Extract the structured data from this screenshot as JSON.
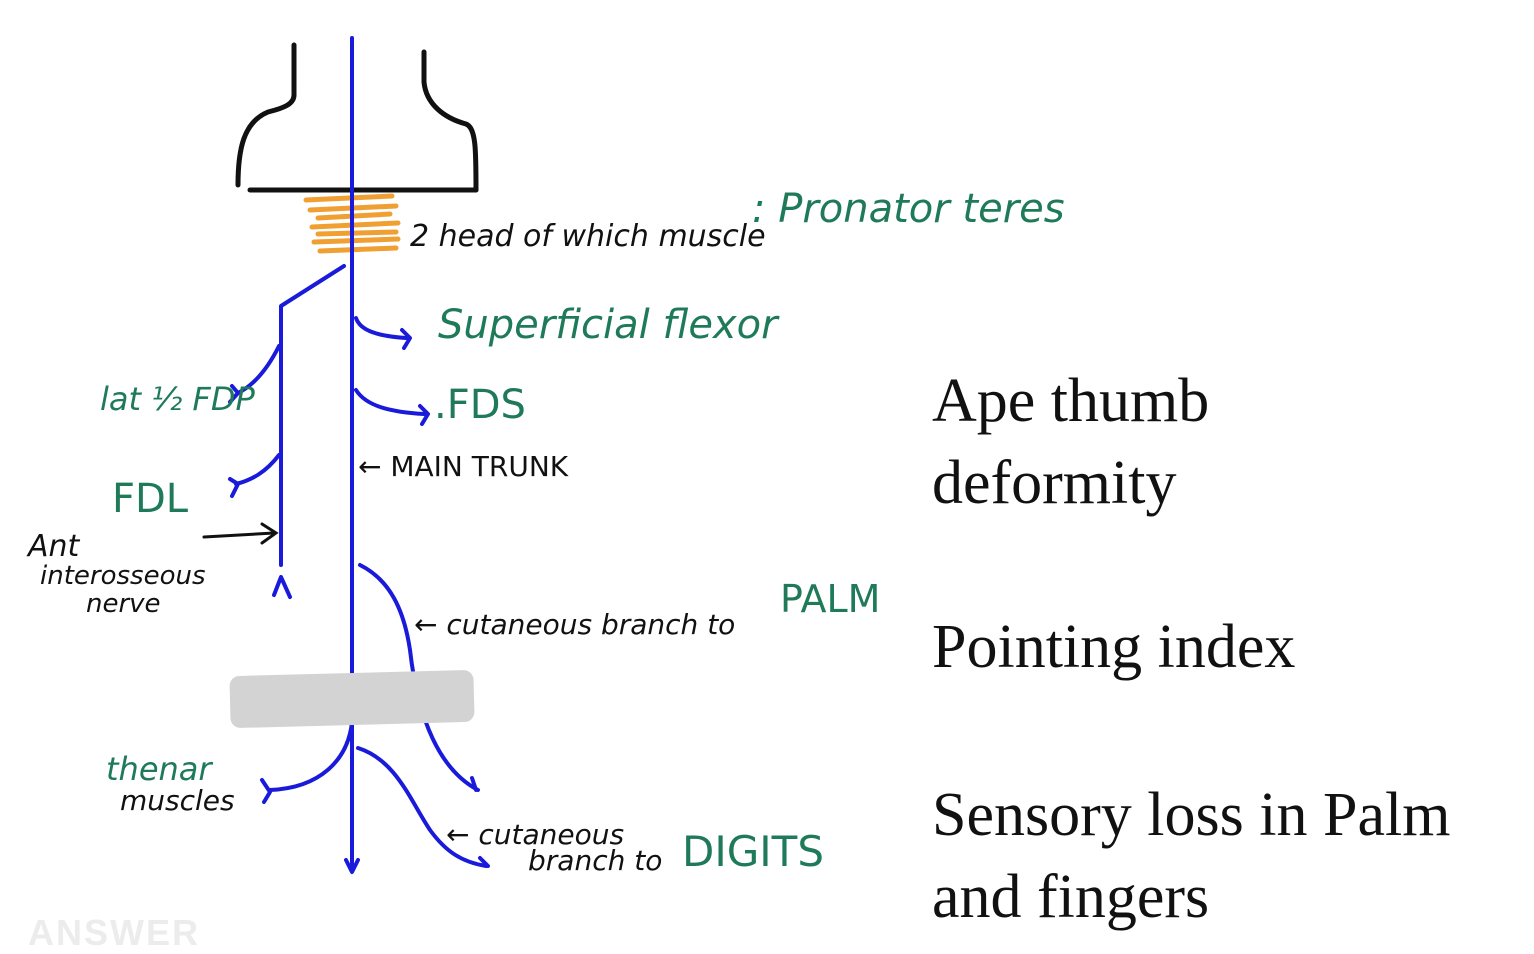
{
  "diagram": {
    "labels": {
      "two_head": "2 head of which muscle",
      "pronator_teres": ": Pronator teres",
      "superficial_flexor": "Superficial flexor",
      "fds": ".FDS",
      "main_trunk": "← MAIN TRUNK",
      "lat_fdp": "lat ½ FDP",
      "fdl": "FDL",
      "ant_interosseous_line1": "Ant",
      "ant_interosseous_line2": "interosseous",
      "ant_interosseous_line3": "nerve",
      "cutaneous_palm": "← cutaneous branch to",
      "palm": "PALM",
      "thenar_line1": "thenar",
      "thenar_line2": "muscles",
      "cutaneous_digits_line1": "← cutaneous",
      "cutaneous_digits_line2": "branch to",
      "digits": "DIGITS"
    }
  },
  "findings": {
    "ape_thumb_line1": "Ape thumb",
    "ape_thumb_line2": "deformity",
    "pointing_index": "Pointing index",
    "sensory_loss_line1": "Sensory loss in Palm",
    "sensory_loss_line2": "and fingers"
  },
  "watermark": "ANSWER",
  "colors": {
    "nerve": "#1a1adb",
    "muscle": "#f0a032",
    "green_label": "#1f7a5a",
    "ink": "#111111",
    "band": "#d3d3d3"
  }
}
